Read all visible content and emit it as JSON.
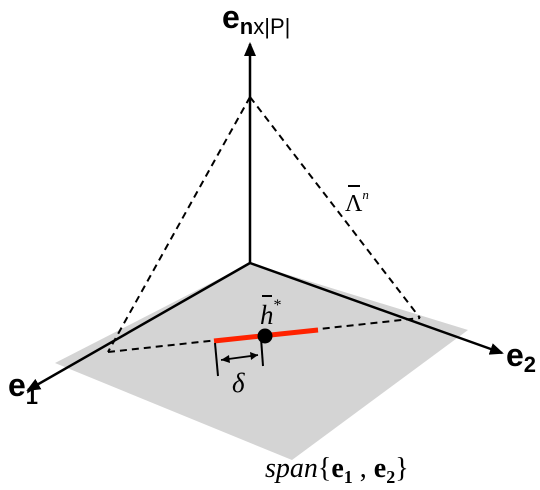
{
  "diagram": {
    "axes": {
      "vertical": {
        "base": "e",
        "subscript_bold": "n",
        "subscript_rest": "x|P|"
      },
      "right": {
        "base": "e",
        "subscript": "2"
      },
      "left": {
        "base": "e",
        "subscript": "1"
      }
    },
    "simplex_label": {
      "symbol": "Λ",
      "superscript": "n"
    },
    "point_label": {
      "symbol": "h",
      "superscript": "*"
    },
    "delta_label": "δ",
    "span_label": {
      "prefix": "span",
      "open_brace": "{",
      "e1": "e",
      "e1_sub": "1",
      "separator": " , ",
      "e2": "e",
      "e2_sub": "2",
      "close_brace": "}"
    },
    "colors": {
      "plane_fill": "#d4d4d4",
      "segment": "#ff2200",
      "lines": "#000000"
    }
  }
}
